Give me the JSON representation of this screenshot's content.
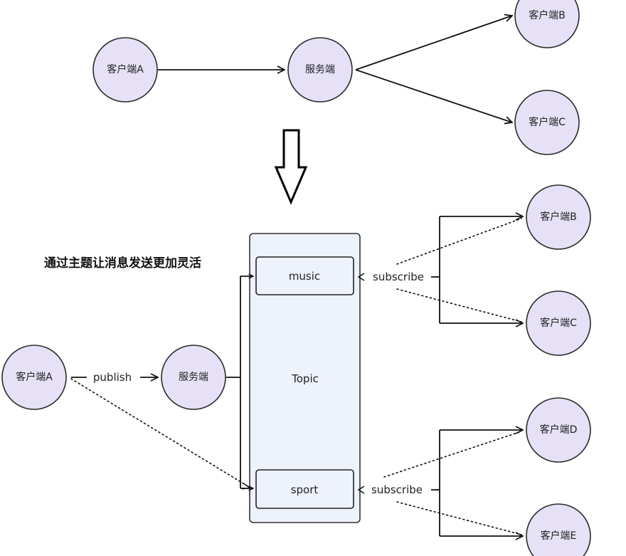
{
  "top_diagram": {
    "client_a": "客户端A",
    "server": "服务端",
    "client_b": "客户端B",
    "client_c": "客户端C"
  },
  "caption": "通过主题让消息发送更加灵活",
  "bottom_diagram": {
    "client_a": "客户端A",
    "publish_label": "publish",
    "server": "服务端",
    "topic_label": "Topic",
    "music_label": "music",
    "sport_label": "sport",
    "subscribe_music": "subscribe",
    "subscribe_sport": "subscribe",
    "client_b": "客户端B",
    "client_c": "客户端C",
    "client_d": "客户端D",
    "client_e": "客户端E"
  }
}
